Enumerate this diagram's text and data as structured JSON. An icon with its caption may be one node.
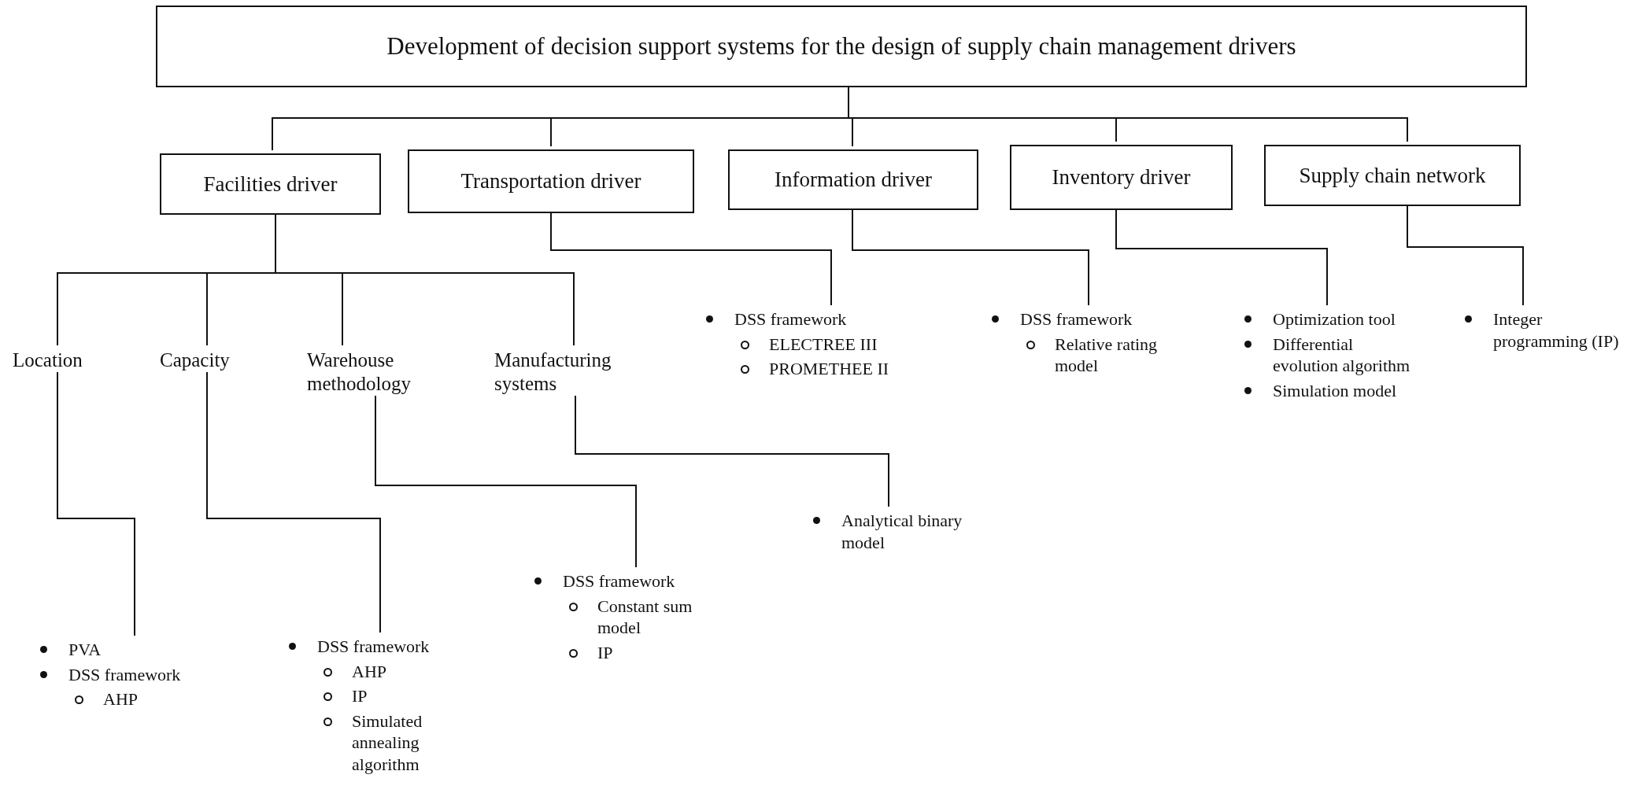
{
  "diagram": {
    "nodes": [
      {
        "text": [
          "Development of decision support systems for the design of supply chain management drivers"
        ]
      },
      {
        "text": [
          "Facilities driver"
        ]
      },
      {
        "text": [
          "Transportation driver"
        ]
      },
      {
        "text": [
          "Information driver"
        ]
      },
      {
        "text": [
          "Inventory driver"
        ]
      },
      {
        "text": [
          "Supply chain network"
        ]
      },
      {
        "text": [
          "Location"
        ]
      },
      {
        "text": [
          "Capacity"
        ]
      },
      {
        "text": [
          "Warehouse methodology"
        ]
      },
      {
        "text": [
          "Manufacturing systems"
        ]
      },
      {
        "text": [
          "PVA",
          "DSS framework",
          "AHP"
        ]
      },
      {
        "text": [
          "DSS framework",
          "AHP",
          "IP",
          "Simulated annealing algorithm"
        ]
      },
      {
        "text": [
          "DSS framework",
          "Constant sum model",
          "IP"
        ]
      },
      {
        "text": [
          "Analytical binary model"
        ]
      },
      {
        "text": [
          "DSS framework",
          "ELECTREE III",
          "PROMETHEE II"
        ]
      },
      {
        "text": [
          "DSS framework",
          "Relative rating model"
        ]
      },
      {
        "text": [
          "Optimization tool",
          "Differential evolution algorithm",
          "Simulation model"
        ]
      },
      {
        "text": [
          "Integer programming (IP)"
        ]
      }
    ],
    "edges": [
      {
        "from": 0,
        "to": 1,
        "arrow": "none"
      },
      {
        "from": 0,
        "to": 2,
        "arrow": "none"
      },
      {
        "from": 0,
        "to": 3,
        "arrow": "none"
      },
      {
        "from": 0,
        "to": 4,
        "arrow": "none"
      },
      {
        "from": 0,
        "to": 5,
        "arrow": "none"
      },
      {
        "from": 1,
        "to": 6,
        "arrow": "none"
      },
      {
        "from": 1,
        "to": 7,
        "arrow": "none"
      },
      {
        "from": 1,
        "to": 8,
        "arrow": "none"
      },
      {
        "from": 1,
        "to": 9,
        "arrow": "none"
      },
      {
        "from": 6,
        "to": 10,
        "arrow": "none"
      },
      {
        "from": 7,
        "to": 11,
        "arrow": "none"
      },
      {
        "from": 8,
        "to": 12,
        "arrow": "none"
      },
      {
        "from": 9,
        "to": 13,
        "arrow": "none"
      },
      {
        "from": 2,
        "to": 14,
        "arrow": "none"
      },
      {
        "from": 3,
        "to": 15,
        "arrow": "none"
      },
      {
        "from": 4,
        "to": 16,
        "arrow": "none"
      },
      {
        "from": 5,
        "to": 17,
        "arrow": "none"
      }
    ]
  }
}
